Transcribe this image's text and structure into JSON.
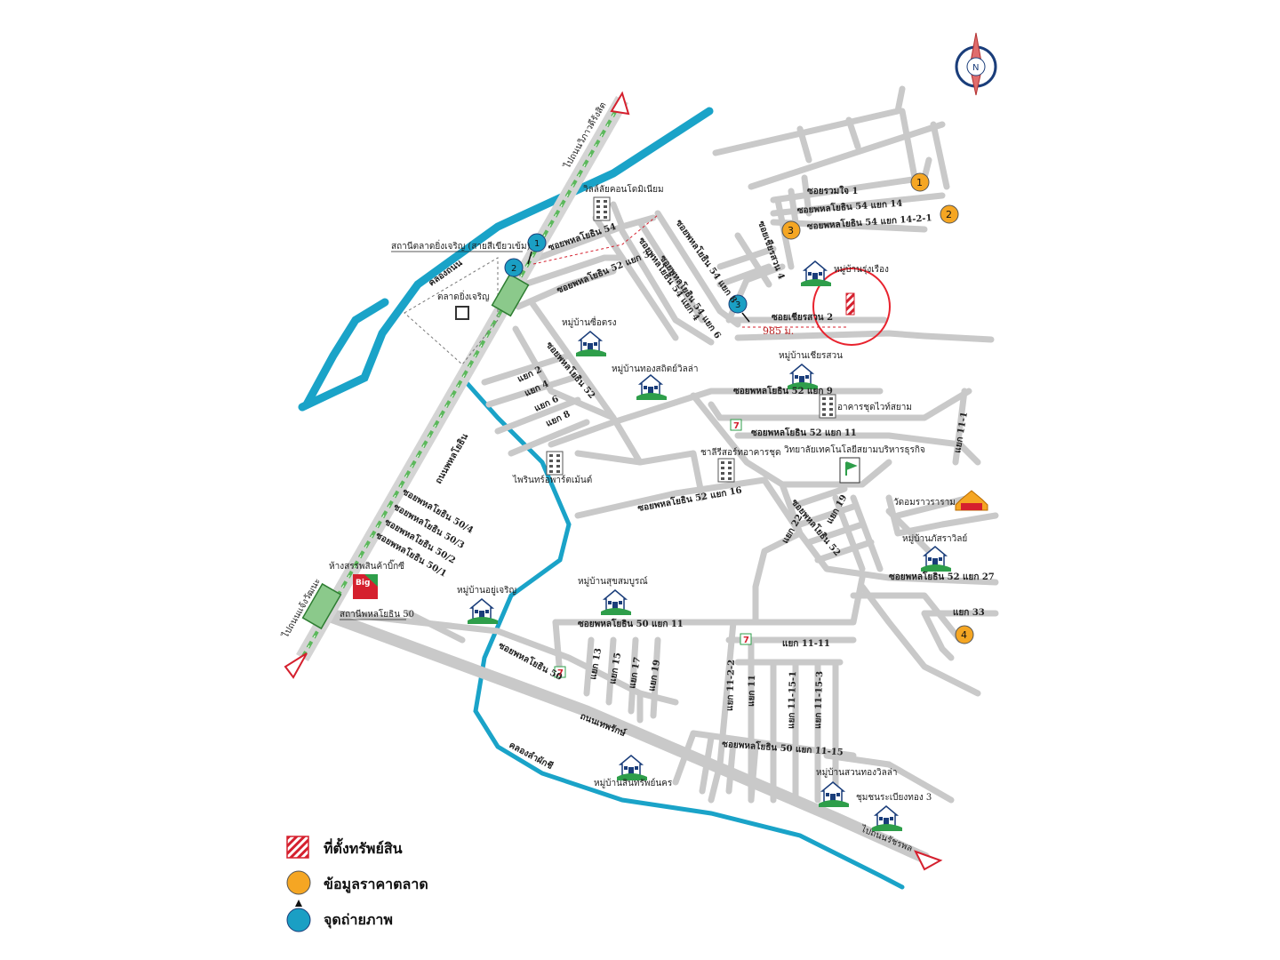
{
  "map": {
    "legend": {
      "property_location": "ที่ตั้งทรัพย์สิน",
      "market_price_data": "ข้อมูลราคาตลาด",
      "photo_point": "จุดถ่ายภาพ"
    },
    "compass": {
      "label": "N"
    },
    "distance": "985 ม.",
    "directions": {
      "to_vibhavadi": "ไปถนนวิภาวดีรังสิต",
      "to_chaengwattana": "ไปถนนแจ้งวัฒนะ",
      "to_ramintra": "ไปถนนรัชรพล"
    },
    "roads": {
      "phahonyothin_road": "ถนนพหลโยธิน",
      "thepharak_road": "ถนนเทพรักษ์",
      "klong_bangkhen": "คลองถนน",
      "klong_lat": "คลองลำผักชี",
      "soi54": "ซอยพหลโยธิน 54",
      "soi52_3": "ซอยพหลโยธิน 52 แยก 3",
      "soi54_4": "ซอยพหลโยธิน 54 แยก 4",
      "soi54_6": "ซอยพหลโยธิน 54 แยก 6",
      "soi54_8": "ซอยพหลโยธิน 54 แยก 8",
      "soi_ruamjai1": "ซอยรวมใจ 1",
      "soi54_14": "ซอยพหลโยธิน 54 แยก 14",
      "soi54_14_2_1": "ซอยพหลโยธิน 54 แยก 14-2-1",
      "soi_sianasuan4": "ซอยเชียรสวน 4",
      "soi_sianasuan2": "ซอยเชียรสวน 2",
      "soi52": "ซอยพหลโยธิน 52",
      "soi52_9": "ซอยพหลโยธิน 52 แยก 9",
      "soi52_11": "ซอยพหลโยธิน 52 แยก 11",
      "soi52_16": "ซอยพหลโยธิน 52 แยก 16",
      "soi52_19": "แยก 19",
      "soi52_22": "แยก 22",
      "soi52_main": "ซอยพหลโยธิน 52",
      "soi52_27": "ซอยพหลโยธิน 52 แยก 27",
      "soi11_1": "แยก 11-1",
      "soi33": "แยก 33",
      "soi11_11": "แยก 11-11",
      "soi50_4": "ซอยพหลโยธิน 50/4",
      "soi50_3": "ซอยพหลโยธิน 50/3",
      "soi50_2": "ซอยพหลโยธิน 50/2",
      "soi50_1": "ซอยพหลโยธิน 50/1",
      "soi50": "ซอยพหลโยธิน 50",
      "soi50_11": "ซอยพหลโยธิน 50 แยก 11",
      "soi50_11_15": "ซอยพหลโยธิน 50 แยก 11-15",
      "y2": "แยก 2",
      "y4": "แยก 4",
      "y6": "แยก 6",
      "y8": "แยก 8",
      "y13": "แยก 13",
      "y15": "แยก 15",
      "y17": "แยก 17",
      "y19": "แยก 19",
      "y11_2_2": "แยก 11-2-2",
      "y11": "แยก 11",
      "y11_15_1": "แยก 11-15-1",
      "y11_15_3": "แยก 11-15-3"
    },
    "places": {
      "saphan_mai_station": "สถานีตลาดยิ่งเจริญ (สายสีเขียวเข้ม)",
      "yingcharoen_market": "ตลาดยิ่งเจริญ",
      "condo": "วิลล์ลัยคอนโดมิเนียม",
      "rung_ruang": "หมู่บ้านรุ่งเรือง",
      "suetrong": "หมู่บ้านซื่อตรง",
      "thongsathit": "หมู่บ้านทองสถิตย์วิลล่า",
      "sianasuan": "หมู่บ้านเชียรสวน",
      "white_siam": "อาคารชุดไวท์สยาม",
      "charlie": "ชาลีรีสอร์ทอาคารชุด",
      "tech_college": "วิทยาลัยเทคโนโลยีสยามบริหารธุรกิจ",
      "wat": "วัดอมราวราราม",
      "phatsara": "หมู่บ้านภัสราวิลย์",
      "phairin": "ไพรินทร์อพาร์ตเม้นต์",
      "bigc": "ห้างสรรพสินค้าบิ๊กซี",
      "phahon50_station": "สถานีพหลโยธิน 50",
      "yucharoen": "หมู่บ้านอยู่เจริญ",
      "suksomboon": "หมู่บ้านสุขสมบูรณ์",
      "sinsap": "หมู่บ้านสินทรัพย์นคร",
      "suanthong": "หมู่บ้านสวนทองวิลล่า",
      "chumchon": "ชุมชนระเบียงทอง 3",
      "bigc_logo": "Big"
    },
    "markers": {
      "m1": "1",
      "m2": "2",
      "m3": "3",
      "m4": "4",
      "p1": "1",
      "p2": "2",
      "p3": "3"
    },
    "colors": {
      "canal": "#1aa3c8",
      "road": "#c9c9c9",
      "highlight_road": "#b0b0b0",
      "property": "#d5202e",
      "market_marker": "#f5a623",
      "photo_marker": "#1a9fc4",
      "bts": "#5cb85c",
      "village_green": "#2e9e4a"
    }
  }
}
